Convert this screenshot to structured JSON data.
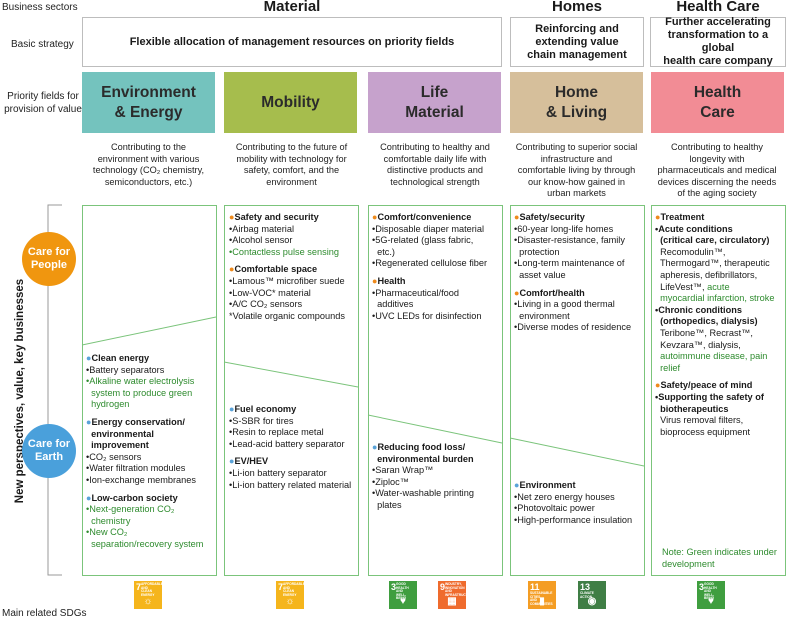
{
  "row_labels": {
    "sectors": "Business sectors",
    "strategy": "Basic strategy",
    "priority": [
      "Priority fields for",
      "provision of value"
    ],
    "perspectives": "New perspectives, value, key businesses",
    "sdgs": "Main related SDGs"
  },
  "sectors": {
    "material": "Material",
    "homes": "Homes",
    "health": "Health Care"
  },
  "strategies": {
    "material": "Flexible allocation of management resources on priority fields",
    "homes": [
      "Reinforcing and",
      "extending value",
      "chain management"
    ],
    "health": [
      "Further accelerating",
      "transformation to a global",
      "health care company"
    ]
  },
  "fields": [
    {
      "lines": [
        "Environment",
        "& Energy"
      ]
    },
    {
      "lines": [
        "Mobility"
      ]
    },
    {
      "lines": [
        "Life",
        "Material"
      ]
    },
    {
      "lines": [
        "Home",
        "& Living"
      ]
    },
    {
      "lines": [
        "Health",
        "Care"
      ]
    }
  ],
  "contributions": [
    [
      "Contributing to the",
      "environment with various",
      "technology (CO₂ chemistry,",
      "semiconductors, etc.)"
    ],
    [
      "Contributing to the future of",
      "mobility with technology for",
      "safety, comfort, and the",
      "environment"
    ],
    [
      "Contributing to healthy and",
      "comfortable daily life with",
      "distinctive products and",
      "technological strength"
    ],
    [
      "Contributing to superior social",
      "infrastructure and",
      "comfortable living by through",
      "our know-how gained in",
      "urban markets"
    ],
    [
      "Contributing to healthy",
      "longevity with",
      "pharmaceuticals and medical",
      "devices discerning the needs",
      "of the aging society"
    ]
  ],
  "circles": {
    "people": [
      "Care for",
      "People"
    ],
    "earth": [
      "Care for",
      "Earth"
    ]
  },
  "cells": {
    "mob_people": [
      {
        "t": "Safety and security",
        "k": "h",
        "b": "o"
      },
      {
        "t": "•Airbag material"
      },
      {
        "t": "•Alcohol sensor"
      },
      {
        "t": "•Contactless pulse sensing",
        "k": "g"
      },
      {
        "t": "",
        "k": "sp"
      },
      {
        "t": "Comfortable space",
        "k": "h",
        "b": "o"
      },
      {
        "t": "•Lamous™ microfiber suede"
      },
      {
        "t": "•Low-VOC* material"
      },
      {
        "t": "•A/C CO₂ sensors"
      },
      {
        "t": "*Volatile organic compounds"
      }
    ],
    "life_people": [
      {
        "t": "Comfort/convenience",
        "k": "h",
        "b": "o"
      },
      {
        "t": "•Disposable diaper material"
      },
      {
        "t": "•5G-related (glass fabric,"
      },
      {
        "t": "  etc.)"
      },
      {
        "t": "•Regenerated cellulose fiber"
      },
      {
        "t": "",
        "k": "sp"
      },
      {
        "t": "Health",
        "k": "h",
        "b": "o"
      },
      {
        "t": "•Pharmaceutical/food"
      },
      {
        "t": "  additives"
      },
      {
        "t": "•UVC LEDs for disinfection"
      }
    ],
    "home_people": [
      {
        "t": "Safety/security",
        "k": "h",
        "b": "o"
      },
      {
        "t": "•60-year long-life homes"
      },
      {
        "t": "•Disaster-resistance, family"
      },
      {
        "t": "  protection"
      },
      {
        "t": "•Long-term maintenance of"
      },
      {
        "t": "  asset value"
      },
      {
        "t": "",
        "k": "sp"
      },
      {
        "t": "Comfort/health",
        "k": "h",
        "b": "o"
      },
      {
        "t": "•Living in a good thermal"
      },
      {
        "t": "  environment"
      },
      {
        "t": "•Diverse modes of residence"
      }
    ],
    "health_all": [
      {
        "t": "Treatment",
        "k": "h",
        "b": "o"
      },
      {
        "t": "•Acute conditions",
        "k": "h"
      },
      {
        "t": "  (critical care, circulatory)",
        "k": "h"
      },
      {
        "t": "  Recomodulin™,"
      },
      {
        "t": "  Thermogard™, therapeutic"
      },
      {
        "t": "  apheresis, defibrillators,"
      },
      {
        "t": "  LifeVest™, ",
        "g": "acute"
      },
      {
        "t": "  myocardial infarction, stroke",
        "k": "g"
      },
      {
        "t": "•Chronic conditions",
        "k": "h"
      },
      {
        "t": "  (orthopedics, dialysis)",
        "k": "h"
      },
      {
        "t": "  Teribone™, Recrast™,"
      },
      {
        "t": "  Kevzara™, dialysis,"
      },
      {
        "t": "  autoimmune disease, pain",
        "k": "g"
      },
      {
        "t": "  relief",
        "k": "g"
      },
      {
        "t": "",
        "k": "sp"
      },
      {
        "t": "Safety/peace of mind",
        "k": "h",
        "b": "o"
      },
      {
        "t": "•Supporting the safety of",
        "k": "h"
      },
      {
        "t": "  biotherapeutics",
        "k": "h"
      },
      {
        "t": "  Virus removal filters,"
      },
      {
        "t": "  bioprocess equipment"
      }
    ],
    "env_earth": [
      {
        "t": "Clean energy",
        "k": "h",
        "b": "b"
      },
      {
        "t": "•Battery separators"
      },
      {
        "t": "•Alkaline water electrolysis",
        "k": "g"
      },
      {
        "t": "  system to produce green",
        "k": "g"
      },
      {
        "t": "  hydrogen",
        "k": "g"
      },
      {
        "t": "",
        "k": "sp"
      },
      {
        "t": "Energy conservation/",
        "k": "h",
        "b": "b"
      },
      {
        "t": "  environmental",
        "k": "h"
      },
      {
        "t": "  improvement",
        "k": "h"
      },
      {
        "t": "•CO₂ sensors"
      },
      {
        "t": "•Water filtration modules"
      },
      {
        "t": "•Ion-exchange membranes"
      },
      {
        "t": "",
        "k": "sp"
      },
      {
        "t": "Low-carbon society",
        "k": "h",
        "b": "b"
      },
      {
        "t": "•Next-generation CO₂",
        "k": "g"
      },
      {
        "t": "  chemistry",
        "k": "g"
      },
      {
        "t": "•New CO₂",
        "k": "g"
      },
      {
        "t": "  separation/recovery system",
        "k": "g"
      }
    ],
    "mob_earth": [
      {
        "t": "Fuel economy",
        "k": "h",
        "b": "b"
      },
      {
        "t": "•S-SBR for tires"
      },
      {
        "t": "•Resin to replace metal"
      },
      {
        "t": "•Lead-acid battery separator"
      },
      {
        "t": "",
        "k": "sp"
      },
      {
        "t": "EV/HEV",
        "k": "h",
        "b": "b"
      },
      {
        "t": "•Li-ion battery separator"
      },
      {
        "t": "•Li-ion battery related material"
      }
    ],
    "life_earth": [
      {
        "t": "Reducing food loss/",
        "k": "h",
        "b": "b"
      },
      {
        "t": "  environmental burden",
        "k": "h"
      },
      {
        "t": "•Saran Wrap™"
      },
      {
        "t": "•Ziploc™"
      },
      {
        "t": "•Water-washable printing"
      },
      {
        "t": "  plates"
      }
    ],
    "home_earth": [
      {
        "t": "Environment",
        "k": "h",
        "b": "b"
      },
      {
        "t": "•Net zero energy houses"
      },
      {
        "t": "•Photovoltaic power"
      },
      {
        "t": "•High-performance insulation"
      }
    ]
  },
  "note": [
    "Note: Green indicates under",
    "development"
  ],
  "sdgs": [
    {
      "num": "7",
      "label": "AFFORDABLE AND CLEAN ENERGY",
      "color": "#f5b51c",
      "icon": "sun-icon"
    },
    {
      "num": "7",
      "label": "AFFORDABLE AND CLEAN ENERGY",
      "color": "#f5b51c",
      "icon": "sun-icon"
    },
    {
      "num": "3",
      "label": "GOOD HEALTH AND WELL-BEING",
      "color": "#3f9e3f",
      "icon": "heartbeat-icon"
    },
    {
      "num": "9",
      "label": "INDUSTRY, INNOVATION AND INFRASTRUCTURE",
      "color": "#ef6b2d",
      "icon": "cubes-icon"
    },
    {
      "num": "11",
      "label": "SUSTAINABLE CITIES AND COMMUNITIES",
      "color": "#f49d24",
      "icon": "city-icon"
    },
    {
      "num": "13",
      "label": "CLIMATE ACTION",
      "color": "#3f7e45",
      "icon": "eye-icon"
    },
    {
      "num": "3",
      "label": "GOOD HEALTH AND WELL-BEING",
      "color": "#3f9e3f",
      "icon": "heartbeat-icon"
    }
  ],
  "colors": {
    "environment": "#74c3be",
    "mobility": "#a6bd4d",
    "life": "#c6a2cc",
    "home": "#d6bf9b",
    "health": "#f28c95",
    "people": "#f0960f",
    "earth": "#4aa0db",
    "grid": "#7bc47b",
    "note": "#2e8b2e"
  }
}
